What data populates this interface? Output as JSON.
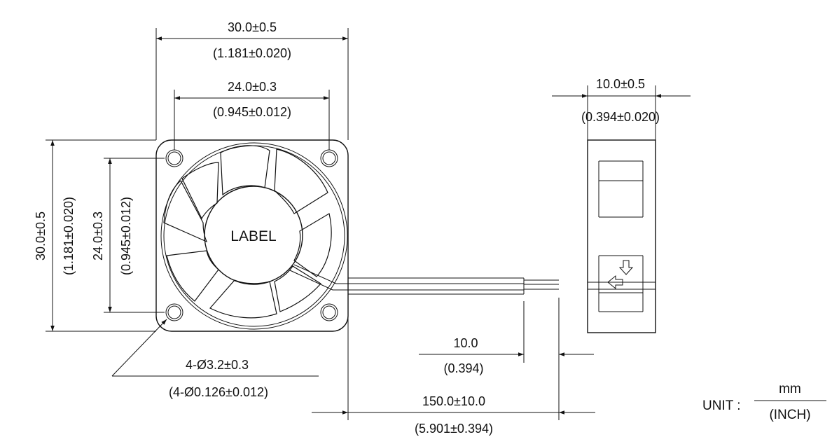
{
  "drawing": {
    "front_view": {
      "width_outer": {
        "mm": "30.0±0.5",
        "inch": "(1.181±0.020)"
      },
      "width_holes": {
        "mm": "24.0±0.3",
        "inch": "(0.945±0.012)"
      },
      "height_outer": {
        "mm": "30.0±0.5",
        "inch": "(1.181±0.020)"
      },
      "height_holes": {
        "mm": "24.0±0.3",
        "inch": "(0.945±0.012)"
      },
      "hub_label": "LABEL",
      "mount_holes": {
        "mm": "4-Ø3.2±0.3",
        "inch": "(4-Ø0.126±0.012)"
      }
    },
    "lead_wire": {
      "strip_length": {
        "mm": "10.0",
        "inch": "(0.394)"
      },
      "total_length": {
        "mm": "150.0±10.0",
        "inch": "(5.901±0.394)"
      }
    },
    "side_view": {
      "thickness": {
        "mm": "10.0±0.5",
        "inch": "(0.394±0.020)"
      }
    },
    "unit": {
      "label": "UNIT :",
      "numerator": "mm",
      "denominator": "(INCH)"
    }
  }
}
